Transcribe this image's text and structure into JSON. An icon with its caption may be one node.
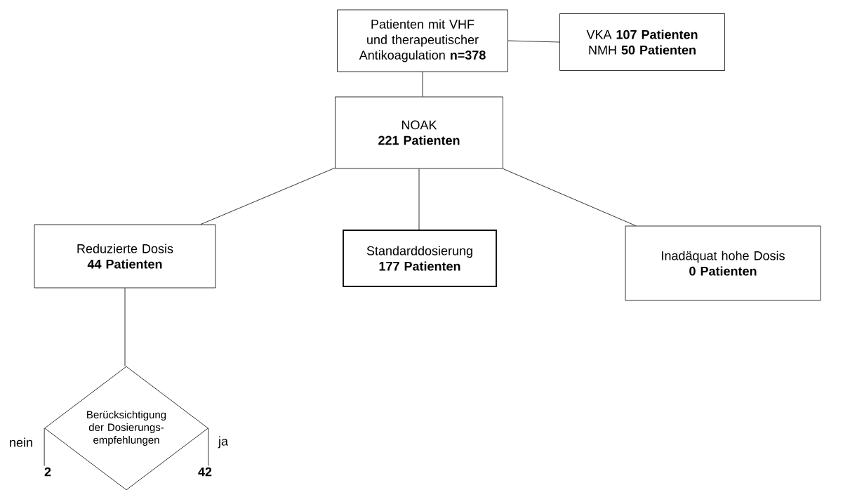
{
  "diagram": {
    "nodes": [
      {
        "text": [
          "Patienten mit VHF und therapeutischer Antikoagulation **n=378**"
        ]
      },
      {
        "text": [
          "VKA **107 Patienten** NMH **50 Patienten**"
        ]
      },
      {
        "text": [
          "NOAK",
          "221 Patienten"
        ]
      },
      {
        "text": [
          "Reduzierte Dosis",
          "44 Patienten"
        ]
      },
      {
        "text": [
          "Standarddosierung",
          "177 Patienten"
        ]
      },
      {
        "text": [
          "Inadäquat hohe Dosis",
          "0 Patienten"
        ]
      },
      {
        "text": [
          "Berücksichtigung der Dosierungs- empfehlungen"
        ]
      },
      {
        "text": [
          "2"
        ]
      },
      {
        "text": [
          "42"
        ]
      }
    ],
    "edges": [
      {
        "from": 0,
        "to": 1,
        "arrow": "none"
      },
      {
        "from": 0,
        "to": 2,
        "arrow": "none"
      },
      {
        "from": 2,
        "to": 3,
        "arrow": "none"
      },
      {
        "from": 2,
        "to": 4,
        "arrow": "none"
      },
      {
        "from": 2,
        "to": 5,
        "arrow": "none"
      },
      {
        "from": 3,
        "to": 6,
        "arrow": "none"
      },
      {
        "from": 6,
        "to": 7,
        "label": "nein",
        "arrow": "none"
      },
      {
        "from": 6,
        "to": 8,
        "label": "ja",
        "arrow": "none"
      }
    ]
  }
}
